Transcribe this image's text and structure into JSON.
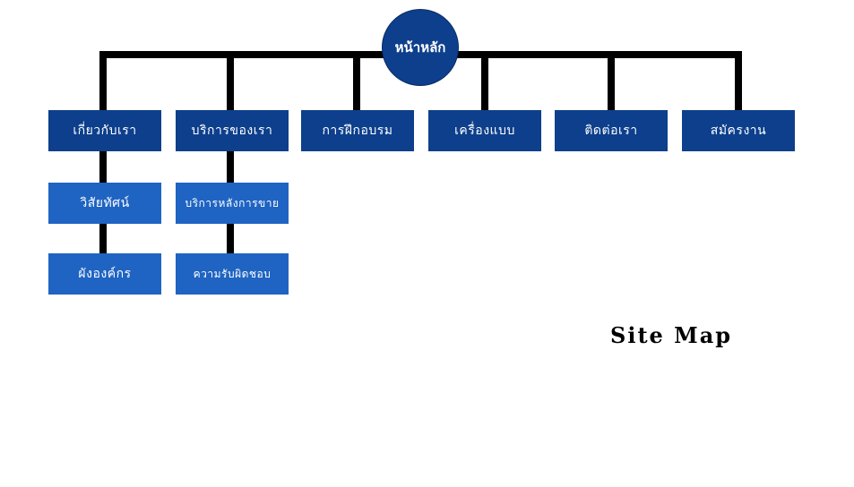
{
  "root": {
    "label": "หน้าหลัก"
  },
  "menu": [
    {
      "label": "เกี่ยวกับเรา",
      "children": [
        "วิสัยทัศน์",
        "ผังองค์กร"
      ]
    },
    {
      "label": "บริการของเรา",
      "children": [
        "บริการหลังการขาย",
        "ความรับผิดชอบ"
      ]
    },
    {
      "label": "การฝึกอบรม"
    },
    {
      "label": "เครื่องแบบ"
    },
    {
      "label": "ติดต่อเรา"
    },
    {
      "label": "สมัครงาน"
    }
  ],
  "page_title": "Site Map",
  "colors": {
    "primary_box": "#0d3f8c",
    "secondary_box": "#1f64c2",
    "connector": "#000000"
  }
}
